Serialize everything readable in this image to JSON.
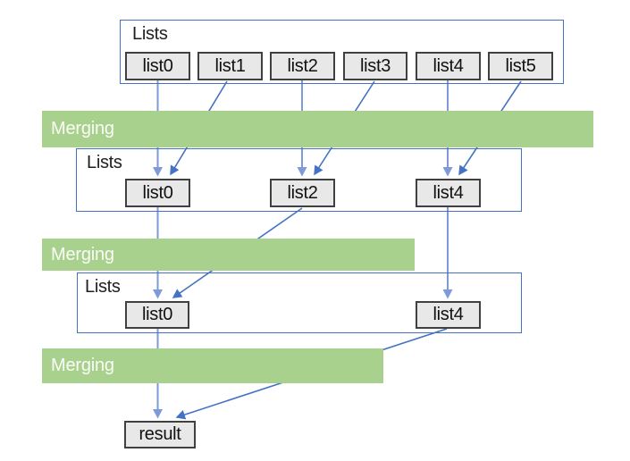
{
  "diagram": {
    "stages": [
      {
        "label": "Lists",
        "items": [
          "list0",
          "list1",
          "list2",
          "list3",
          "list4",
          "list5"
        ]
      },
      {
        "label": "Lists",
        "items": [
          "list0",
          "list2",
          "list4"
        ]
      },
      {
        "label": "Lists",
        "items": [
          "list0",
          "list4"
        ]
      }
    ],
    "merge_steps": [
      {
        "label": "Merging"
      },
      {
        "label": "Merging"
      },
      {
        "label": "Merging"
      }
    ],
    "result": {
      "label": "result"
    },
    "edges": [
      {
        "from": "stage1.list0",
        "to": "stage2.list0",
        "style": "straight"
      },
      {
        "from": "stage1.list1",
        "to": "stage2.list0",
        "style": "diagonal"
      },
      {
        "from": "stage1.list2",
        "to": "stage2.list2",
        "style": "straight"
      },
      {
        "from": "stage1.list3",
        "to": "stage2.list2",
        "style": "diagonal"
      },
      {
        "from": "stage1.list4",
        "to": "stage2.list4",
        "style": "straight"
      },
      {
        "from": "stage1.list5",
        "to": "stage2.list4",
        "style": "diagonal"
      },
      {
        "from": "stage2.list0",
        "to": "stage3.list0",
        "style": "straight"
      },
      {
        "from": "stage2.list2",
        "to": "stage3.list0",
        "style": "diagonal"
      },
      {
        "from": "stage2.list4",
        "to": "stage3.list4",
        "style": "straight"
      },
      {
        "from": "stage3.list0",
        "to": "result",
        "style": "straight"
      },
      {
        "from": "stage3.list4",
        "to": "result",
        "style": "diagonal"
      }
    ],
    "colors": {
      "band_green": "#a9d18e",
      "container_border_blue": "#4472c4",
      "straight_arrow_blue": "#7e9ad8",
      "diagonal_arrow_blue": "#4472c4",
      "node_fill": "#e8e8e8",
      "node_border": "#404040"
    }
  }
}
